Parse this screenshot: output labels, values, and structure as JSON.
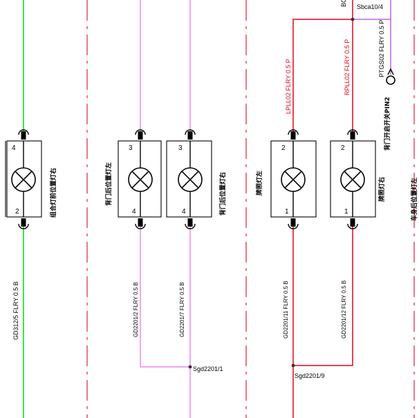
{
  "colors": {
    "green": "#00dd00",
    "red": "#e8001c",
    "pink": "#ee88ee",
    "purple": "#c060e0",
    "boundary": "#e0203a",
    "black": "#000000"
  },
  "boundary_lines": [
    "boundary-left",
    "boundary-mid",
    "boundary-right"
  ],
  "wires": {
    "green_wire_label": "GD312/5 FLRY 0.5 B",
    "pink_wire_left_label": "GD2201/2 FLRY 0.5 B",
    "pink_wire_right_label": "GD2201/7 FLRY 0.5 B",
    "red_wire_top_left_label": "LPLL02 FLRY 0.5 P",
    "red_wire_top_right_label": "RPLL02 FLRY 0.5 P",
    "red_wire_bottom_left_label": "GD2201/11 FLRY 0.5 B",
    "red_wire_bottom_right_label": "GD2201/12 FLRY 0.5 B",
    "purple_wire_label": "PTGS02 FLRY 0.5 P"
  },
  "nodes": {
    "sgd_left": "Sgd2201/1",
    "sgd_right": "Sgd2201/9",
    "sbca": "Sbca10/4",
    "top_cut": "BC"
  },
  "lamps": [
    {
      "name": "combo-lamp-right",
      "pin_top": "4",
      "pin_bottom": "2",
      "label": "组合灯前位置灯右"
    },
    {
      "name": "tailgate-lamp-left",
      "pin_top": "3",
      "pin_bottom": "4",
      "label": "背门后位置灯左"
    },
    {
      "name": "tailgate-lamp-right",
      "pin_top": "3",
      "pin_bottom": "4",
      "label": "背门后位置灯右"
    },
    {
      "name": "license-lamp-left",
      "pin_top": "2",
      "pin_bottom": "1",
      "label": "牌照灯左"
    },
    {
      "name": "license-lamp-right",
      "pin_top": "2",
      "pin_bottom": "1",
      "label": "牌照灯右"
    }
  ],
  "extra_labels": {
    "switch_label": "背门开启开关PIN2",
    "body_lamp_label": "车身后位置灯左"
  }
}
